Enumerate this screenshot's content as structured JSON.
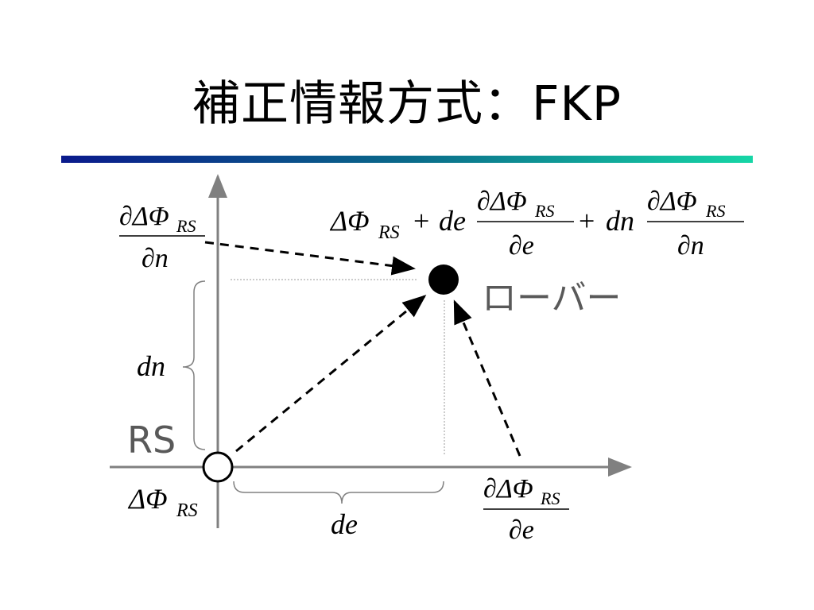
{
  "slide": {
    "title": "補正情報方式：FKP"
  },
  "diagram": {
    "reference_station_label": "RS",
    "rover_label": "ローバー",
    "dn_label": "dn",
    "de_label": "de",
    "delta_phi": "ΔΦ",
    "subscript_rs": "RS",
    "partial_delta_phi": "∂ΔΦ",
    "partial_n": "∂n",
    "partial_e": "∂e",
    "formula": {
      "plus": "+",
      "de": "de",
      "dn": "dn"
    }
  },
  "colors": {
    "title_bar_start": "#0a1a8c",
    "title_bar_mid": "#0a6a8a",
    "title_bar_end": "#16d6a6",
    "axis": "#808080",
    "label_gray": "#595959"
  }
}
